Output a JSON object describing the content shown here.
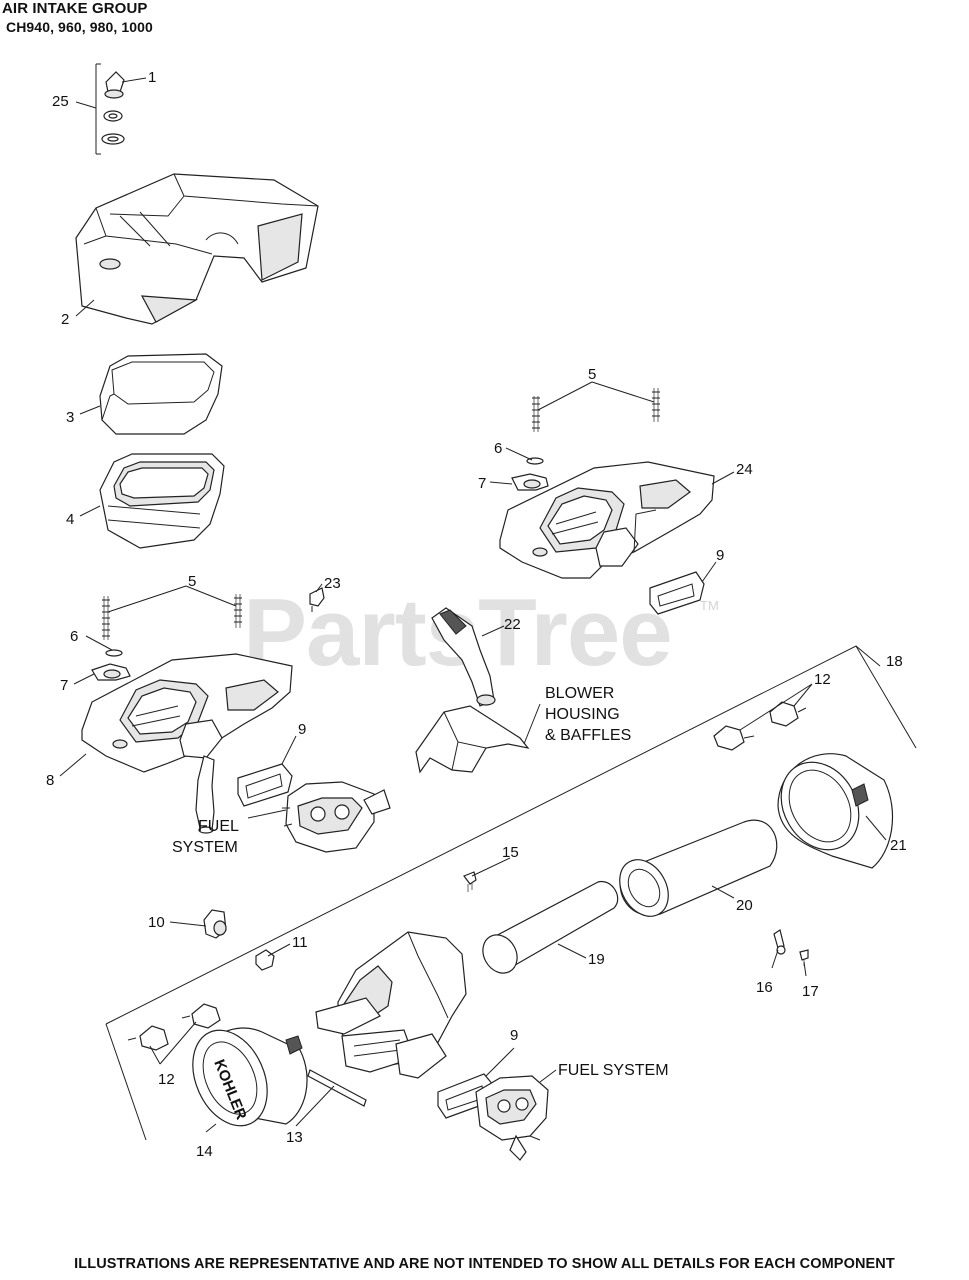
{
  "header": {
    "title": "AIR INTAKE GROUP",
    "models": "CH940, 960, 980, 1000"
  },
  "footer": {
    "disclaimer": "ILLUSTRATIONS ARE REPRESENTATIVE AND ARE NOT INTENDED TO SHOW ALL DETAILS FOR EACH COMPONENT"
  },
  "watermark": {
    "brand": "PartsTree",
    "mark": "TM"
  },
  "callouts": {
    "c1": "1",
    "c2": "2",
    "c3": "3",
    "c4": "4",
    "c5a": "5",
    "c5b": "5",
    "c6a": "6",
    "c6b": "6",
    "c7a": "7",
    "c7b": "7",
    "c8": "8",
    "c9a": "9",
    "c9b": "9",
    "c9c": "9",
    "c10": "10",
    "c11": "11",
    "c12a": "12",
    "c12b": "12",
    "c13": "13",
    "c14": "14",
    "c15": "15",
    "c16": "16",
    "c17": "17",
    "c18": "18",
    "c19": "19",
    "c20": "20",
    "c21": "21",
    "c22": "22",
    "c23": "23",
    "c24": "24",
    "c25": "25"
  },
  "captions": {
    "blower": [
      "BLOWER",
      "HOUSING",
      "& BAFFLES"
    ],
    "fuel_upper": [
      "FUEL",
      "SYSTEM"
    ],
    "fuel_lower": "FUEL SYSTEM"
  },
  "brand_logo_text": "KOHLER"
}
